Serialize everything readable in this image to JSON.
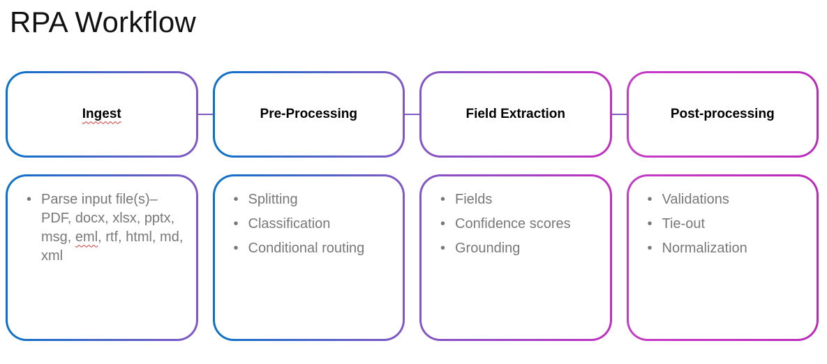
{
  "page": {
    "title": "RPA Workflow"
  },
  "colors": {
    "background": "#ffffff",
    "title_text": "#111111",
    "blue": "#0b72c8",
    "purple": "#8257c5",
    "magenta": "#c12fc1",
    "connector": "#7e57c2",
    "bullet_text": "#787878",
    "spellcheck_red": "#e03131"
  },
  "columns": [
    {
      "title": "Ingest",
      "title_spellcheck": true,
      "border_from": "#0b72c8",
      "border_to": "#8257c5",
      "bullets": [
        {
          "segments": [
            {
              "text": "Parse input file(s)– PDF, docx, xlsx, pptx, msg, "
            },
            {
              "text": "eml",
              "spellcheck": true
            },
            {
              "text": ", rtf, html, md, xml"
            }
          ]
        }
      ]
    },
    {
      "title": "Pre-Processing",
      "border_from": "#0b72c8",
      "border_to": "#8257c5",
      "bullets": [
        {
          "segments": [
            {
              "text": "Splitting"
            }
          ]
        },
        {
          "segments": [
            {
              "text": "Classification"
            }
          ]
        },
        {
          "segments": [
            {
              "text": "Conditional routing"
            }
          ]
        }
      ]
    },
    {
      "title": "Field Extraction",
      "border_from": "#8257c5",
      "border_to": "#c12fc1",
      "bullets": [
        {
          "segments": [
            {
              "text": "Fields"
            }
          ]
        },
        {
          "segments": [
            {
              "text": "Confidence scores"
            }
          ]
        },
        {
          "segments": [
            {
              "text": "Grounding"
            }
          ]
        }
      ]
    },
    {
      "title": "Post-processing",
      "border_from": "#c53cc5",
      "border_to": "#bb2abb",
      "bullets": [
        {
          "segments": [
            {
              "text": "Validations"
            }
          ]
        },
        {
          "segments": [
            {
              "text": "Tie-out"
            }
          ]
        },
        {
          "segments": [
            {
              "text": "Normalization"
            }
          ]
        }
      ]
    }
  ]
}
